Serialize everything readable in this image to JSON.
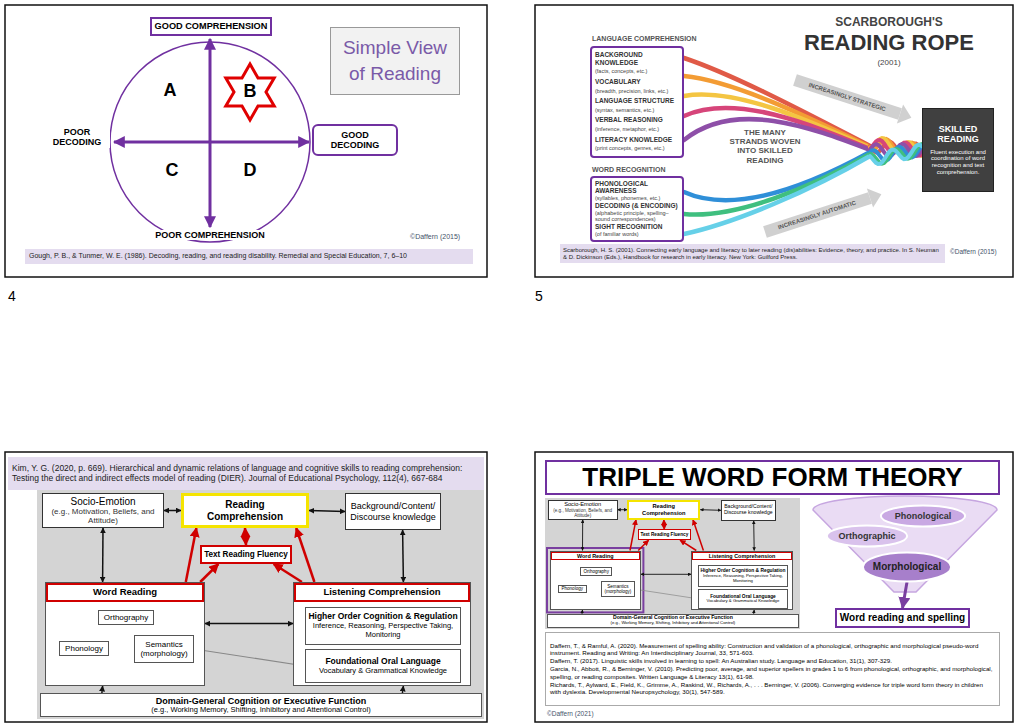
{
  "diagram": {
    "nodes": [
      {
        "text": [
          "GOOD COMPREHENSION"
        ]
      },
      {
        "text": [
          "Simple View of Reading"
        ]
      },
      {
        "text": [
          "GOOD DECODING"
        ]
      },
      {
        "text": [
          "Gough, P. B., & Tunmer, W. E. (1986). Decoding, reading, and reading disability. Remedial and Special Education, 7, 6–10"
        ]
      },
      {
        "text": [
          "BACKGROUND KNOWLEDGE",
          "(facts, concepts, etc.)",
          "VOCABULARY",
          "(breadth, precision, links, etc.)",
          "LANGUAGE STRUCTURE",
          "(syntax, semantics, etc.)",
          "VERBAL REASONING",
          "(inference, metaphor, etc.)",
          "LITERACY KNOWLEDGE",
          "(print concepts, genres, etc.)"
        ]
      },
      {
        "text": [
          "PHONOLOGICAL AWARENESS",
          "(syllables, phonemes, etc.)",
          "DECODING (& ENCODING)",
          "(alphabetic principle, spelling–sound correspondences)",
          "SIGHT RECOGNITION",
          "(of familiar words)"
        ]
      },
      {
        "text": [
          "SKILLED READING",
          "Fluent execution and coordination of word recognition and text comprehension."
        ]
      },
      {
        "text": [
          "Scarborough, H. S. (2001). Connecting early language and literacy to later reading (dis)abilities: Evidence, theory, and practice. In S. Neuman & D. Dickinson (Eds.), Handbook for research in early literacy. New York: Guilford Press."
        ]
      },
      {
        "text": [
          "Kim, Y. G. (2020, p. 669). Hierarchical and dynamic relations of language and cognitive skills to reading comprehension: Testing the direct and indirect effects model of reading (DIER). Journal of Educational Psychology, 112(4), 667-684"
        ]
      },
      {
        "text": [
          "Socio-Emotion",
          "(e.g., Motivation, Beliefs, and Attitude)"
        ]
      },
      {
        "text": [
          "Reading Comprehension"
        ]
      },
      {
        "text": [
          "Background/Content/ Discourse knowledge"
        ]
      },
      {
        "text": [
          "Text Reading Fluency"
        ]
      },
      {
        "text": [
          "Word Reading"
        ]
      },
      {
        "text": [
          "Orthography"
        ],
        "in": 13
      },
      {
        "text": [
          "Phonology"
        ],
        "in": 13
      },
      {
        "text": [
          "Semantics (morphology)"
        ],
        "in": 13
      },
      {
        "text": [
          "Listening Comprehension"
        ]
      },
      {
        "text": [
          "Higher Order Cognition & Regulation",
          "Inference, Reasoning, Perspective Taking, Monitoring"
        ],
        "in": 17
      },
      {
        "text": [
          "Foundational Oral Language",
          "Vocabulary & Grammatical Knowledge"
        ],
        "in": 17
      },
      {
        "text": [
          "Domain-General Cognition or Executive Function",
          "(e.g., Working Memory, Shifting, Inhibitory and Attentional Control)"
        ]
      },
      {
        "text": [
          "TRIPLE WORD FORM THEORY"
        ]
      },
      {
        "text": [
          "Socio-Emotion",
          "(e.g., Motivation, Beliefs, and Attitude)"
        ]
      },
      {
        "text": [
          "Reading Comprehension"
        ]
      },
      {
        "text": [
          "Background/Content/ Discourse knowledge"
        ]
      },
      {
        "text": [
          "Text Reading Fluency"
        ]
      },
      {
        "text": [
          "Word Reading"
        ]
      },
      {
        "text": [
          "Orthography"
        ],
        "in": 26
      },
      {
        "text": [
          "Phonology"
        ],
        "in": 26
      },
      {
        "text": [
          "Semantics (morphology)"
        ],
        "in": 26
      },
      {
        "text": [
          "Listening Comprehension"
        ]
      },
      {
        "text": [
          "Higher Order Cognition & Regulation",
          "Inference, Reasoning, Perspective Taking, Monitoring"
        ],
        "in": 30
      },
      {
        "text": [
          "Foundational Oral Language",
          "Vocabulary & Grammatical Knowledge"
        ],
        "in": 30
      },
      {
        "text": [
          "Domain-General Cognition or Executive Function",
          "(e.g., Working Memory, Shifting, Inhibitory and Attentional Control)"
        ]
      },
      {
        "text": [
          "Phonological"
        ]
      },
      {
        "text": [
          "Orthographic"
        ]
      },
      {
        "text": [
          "Morphological"
        ]
      },
      {
        "text": [
          "Word reading and spelling"
        ]
      },
      {
        "text": [
          "Daffern, T., & Ramful, A. (2020). Measurement of spelling ability: Construction and validation of a phonological, orthographic and morphological pseudo-word instrument. Reading and Writing: An Interdisciplinary Journal, 33, 571-603.",
          "Daffern, T. (2017). Linguistic skills involved in learning to spell: An Australian study. Language and Education, 31(1), 307-329.",
          "Garcia, N., Abbott, R., & Berninger, V. (2010). Predicting poor, average, and superior spellers in grades 1 to 6 from phonological, orthographic, and morphological, spelling, or reading composites. Written Language & Literacy 13(1), 61-98.",
          "Richards, T., Aylward, E., Field, K., Grimme, A., Raskind, W., Richards, A., . . . Berninger, V. (2006). Converging evidence for triple word form theory in children with dyslexia. Developmental Neuropsychology, 30(1), 547-589."
        ]
      }
    ],
    "edges": [
      {
        "from": 9,
        "to": 10,
        "arrow": "both"
      },
      {
        "from": 10,
        "to": 11,
        "arrow": "both"
      },
      {
        "from": 9,
        "to": 13,
        "arrow": "both"
      },
      {
        "from": 11,
        "to": 17,
        "arrow": "both"
      },
      {
        "from": 13,
        "to": 10,
        "arrow": "to"
      },
      {
        "from": 17,
        "to": 10,
        "arrow": "to"
      },
      {
        "from": 13,
        "to": 12,
        "arrow": "to"
      },
      {
        "from": 17,
        "to": 12,
        "arrow": "to"
      },
      {
        "from": 12,
        "to": 10,
        "arrow": "both"
      },
      {
        "from": 13,
        "to": 17,
        "arrow": "both"
      },
      {
        "from": 16,
        "to": 19,
        "arrow": "none"
      },
      {
        "from": 14,
        "to": 15,
        "arrow": "none"
      },
      {
        "from": 14,
        "to": 16,
        "arrow": "none"
      },
      {
        "from": 15,
        "to": 16,
        "arrow": "none"
      },
      {
        "from": 20,
        "to": 13,
        "arrow": "to"
      },
      {
        "from": 20,
        "to": 17,
        "arrow": "to"
      },
      {
        "from": 22,
        "to": 23,
        "arrow": "both"
      },
      {
        "from": 23,
        "to": 24,
        "arrow": "both"
      },
      {
        "from": 22,
        "to": 26,
        "arrow": "both"
      },
      {
        "from": 24,
        "to": 30,
        "arrow": "both"
      },
      {
        "from": 26,
        "to": 23,
        "arrow": "to"
      },
      {
        "from": 30,
        "to": 23,
        "arrow": "to"
      },
      {
        "from": 26,
        "to": 25,
        "arrow": "to"
      },
      {
        "from": 30,
        "to": 25,
        "arrow": "to"
      },
      {
        "from": 25,
        "to": 23,
        "arrow": "both"
      },
      {
        "from": 26,
        "to": 30,
        "arrow": "both"
      },
      {
        "from": 29,
        "to": 32,
        "arrow": "none"
      },
      {
        "from": 27,
        "to": 28,
        "arrow": "none"
      },
      {
        "from": 27,
        "to": 29,
        "arrow": "none"
      },
      {
        "from": 28,
        "to": 29,
        "arrow": "none"
      },
      {
        "from": 33,
        "to": 26,
        "arrow": "to"
      },
      {
        "from": 33,
        "to": 30,
        "arrow": "to"
      },
      {
        "from": 36,
        "to": 37,
        "arrow": "to"
      }
    ],
    "labels": [
      "4",
      "5",
      "POOR DECODING",
      "POOR COMPREHENSION",
      "A",
      "B",
      "C",
      "D",
      "©Daffern (2015)",
      "SCARBOROUGH'S",
      "READING ROPE",
      "(2001)",
      "LANGUAGE COMPREHENSION",
      "WORD RECOGNITION",
      "THE MANY STRANDS WOVEN INTO SKILLED READING",
      "INCREASINGLY STRATEGIC",
      "INCREASINGLY AUTOMATIC",
      "©Daffern (2015)",
      "©Daffern (2021)"
    ]
  }
}
